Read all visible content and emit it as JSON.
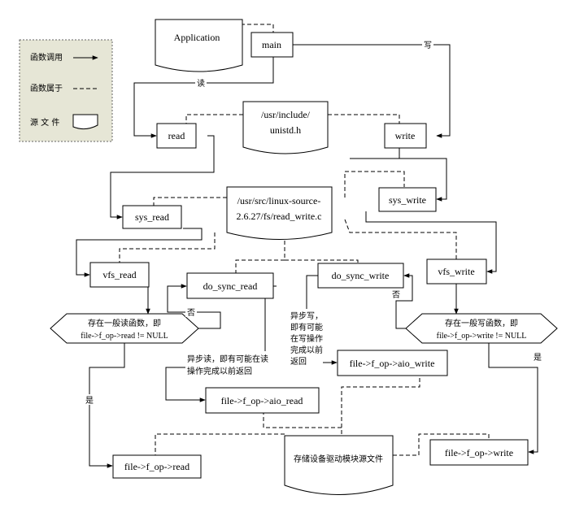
{
  "legend": {
    "call": "函数调用",
    "belongs": "函数属于",
    "source": "源 文 件"
  },
  "nodes": {
    "application": "Application",
    "main": "main",
    "read": "read",
    "write": "write",
    "unistd_1": "/usr/include/",
    "unistd_2": "unistd.h",
    "sys_read": "sys_read",
    "sys_write": "sys_write",
    "rw_1": "/usr/src/linux-source-",
    "rw_2": "2.6.27/fs/read_write.c",
    "vfs_read": "vfs_read",
    "vfs_write": "vfs_write",
    "do_sync_read": "do_sync_read",
    "do_sync_write": "do_sync_write",
    "cond_read_1": "存在一般读函数，即",
    "cond_read_2": "file->f_op->read != NULL",
    "cond_write_1": "存在一般写函数，即",
    "cond_write_2": "file->f_op->write != NULL",
    "aio_write": "file->f_op->aio_write",
    "aio_read": "file->f_op->aio_read",
    "fop_read": "file->f_op->read",
    "fop_write": "file->f_op->write",
    "storage": "存储设备驱动模块源文件"
  },
  "labels": {
    "write_label": "写",
    "read_label": "读",
    "no_read": "否",
    "no_write": "否",
    "yes_read": "是",
    "yes_write": "是",
    "async_write_1": "异步写，",
    "async_write_2": "即有可能",
    "async_write_3": "在写操作",
    "async_write_4": "完成以前",
    "async_write_5": "返回",
    "async_read_1": "异步读，即有可能在读",
    "async_read_2": "操作完成以前返回"
  }
}
